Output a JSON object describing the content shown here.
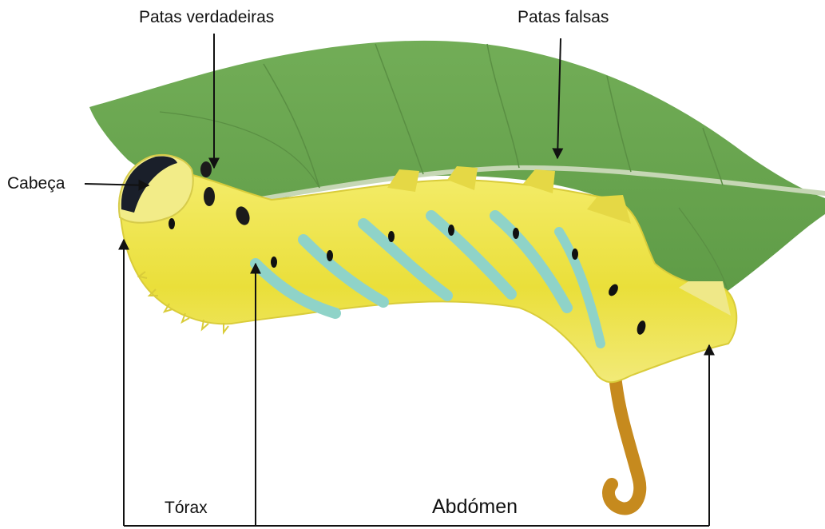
{
  "labels": {
    "true_legs": "Patas verdadeiras",
    "prolegs": "Patas falsas",
    "head": "Cabeça",
    "thorax": "Tórax",
    "abdomen": "Abdómen"
  },
  "colors": {
    "leaf": "#6aa84f",
    "leaf_dark": "#4f8a3b",
    "leaf_vein": "#b9cfa8",
    "body": "#f0e64a",
    "body_light": "#f6f08a",
    "stripe": "#8fd3c8",
    "spiracle": "#111111",
    "tail_horn": "#c68a1e",
    "line": "#111111"
  }
}
